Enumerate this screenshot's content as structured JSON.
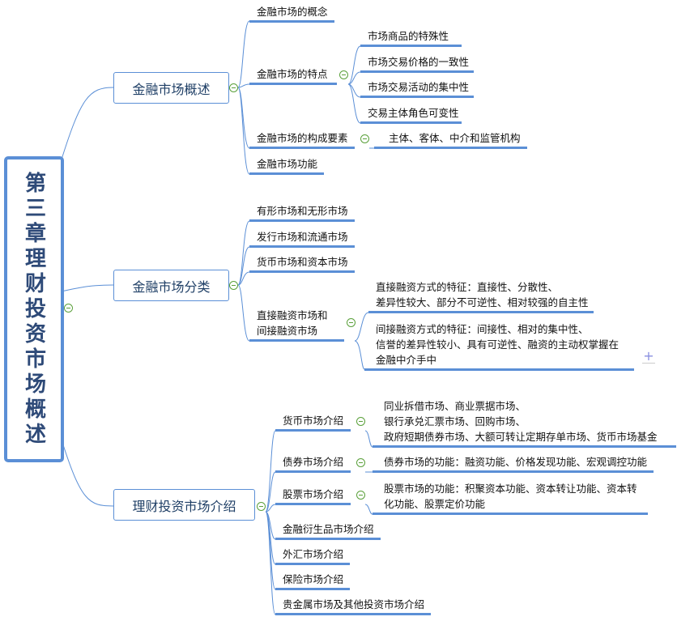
{
  "root": {
    "title": "第三章理财投资市场概述"
  },
  "branches": [
    {
      "label": "金融市场概述",
      "children": [
        {
          "label": "金融市场的概念"
        },
        {
          "label": "金融市场的特点",
          "children": [
            "市场商品的特殊性",
            "市场交易价格的一致性",
            "市场交易活动的集中性",
            "交易主体角色可变性"
          ]
        },
        {
          "label": "金融市场的构成要素",
          "children": [
            "主体、客体、中介和监管机构"
          ]
        },
        {
          "label": "金融市场功能"
        }
      ]
    },
    {
      "label": "金融市场分类",
      "children": [
        {
          "label": "有形市场和无形市场"
        },
        {
          "label": "发行市场和流通市场"
        },
        {
          "label": "货币市场和资本市场"
        },
        {
          "label_lines": [
            "直接融资市场和",
            "间接融资市场"
          ],
          "children": [
            {
              "lines": [
                "直接融资方式的特征：直接性、分散性、",
                "差异性较大、部分不可逆性、相对较强的自主性"
              ]
            },
            {
              "lines": [
                "间接融资方式的特征：间接性、相对的集中性、",
                "信誉的差异性较小、具有可逆性、融资的主动权掌握在",
                "金融中介手中"
              ]
            }
          ]
        }
      ]
    },
    {
      "label": "理财投资市场介绍",
      "children": [
        {
          "label": "货币市场介绍",
          "detail": [
            "同业拆借市场、商业票据市场、",
            "银行承兑汇票市场、回购市场、",
            "政府短期债券市场、大额可转让定期存单市场、货币市场基金"
          ]
        },
        {
          "label": "债券市场介绍",
          "detail": [
            "债券市场的功能：融资功能、价格发现功能、宏观调控功能"
          ]
        },
        {
          "label": "股票市场介绍",
          "detail": [
            "股票市场的功能：积聚资本功能、资本转让功能、资本转",
            "化功能、股票定价功能"
          ]
        },
        {
          "label": "金融衍生品市场介绍"
        },
        {
          "label": "外汇市场介绍"
        },
        {
          "label": "保险市场介绍"
        },
        {
          "label": "贵金属市场及其他投资市场介绍"
        }
      ]
    }
  ],
  "colors": {
    "accent": "#5b8fd6",
    "collapse": "#5aa03a"
  }
}
